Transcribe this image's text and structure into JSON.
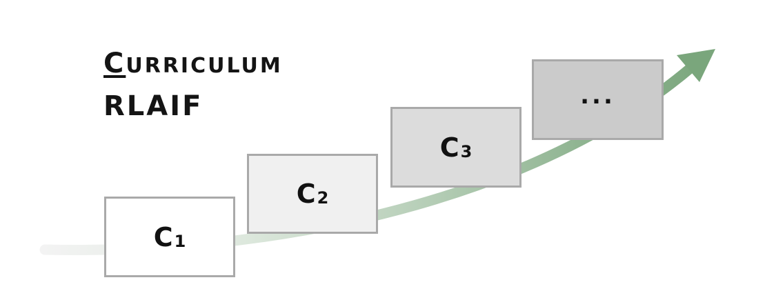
{
  "title": {
    "line1_first": "C",
    "line1_rest": "URRICULUM",
    "line2": "RLAIF"
  },
  "stages": [
    {
      "main": "C",
      "sub": "1"
    },
    {
      "main": "C",
      "sub": "2"
    },
    {
      "main": "C",
      "sub": "3"
    },
    {
      "ellipsis": "..."
    }
  ],
  "colors": {
    "arrow": "#7aa67c",
    "box_border": "#a9a9a9",
    "box_fills": [
      "#ffffff",
      "#f0f0f0",
      "#dcdcdc",
      "#cbcbcb"
    ],
    "text": "#111111"
  },
  "icons": {
    "arrow": "progress-arrow-icon"
  }
}
